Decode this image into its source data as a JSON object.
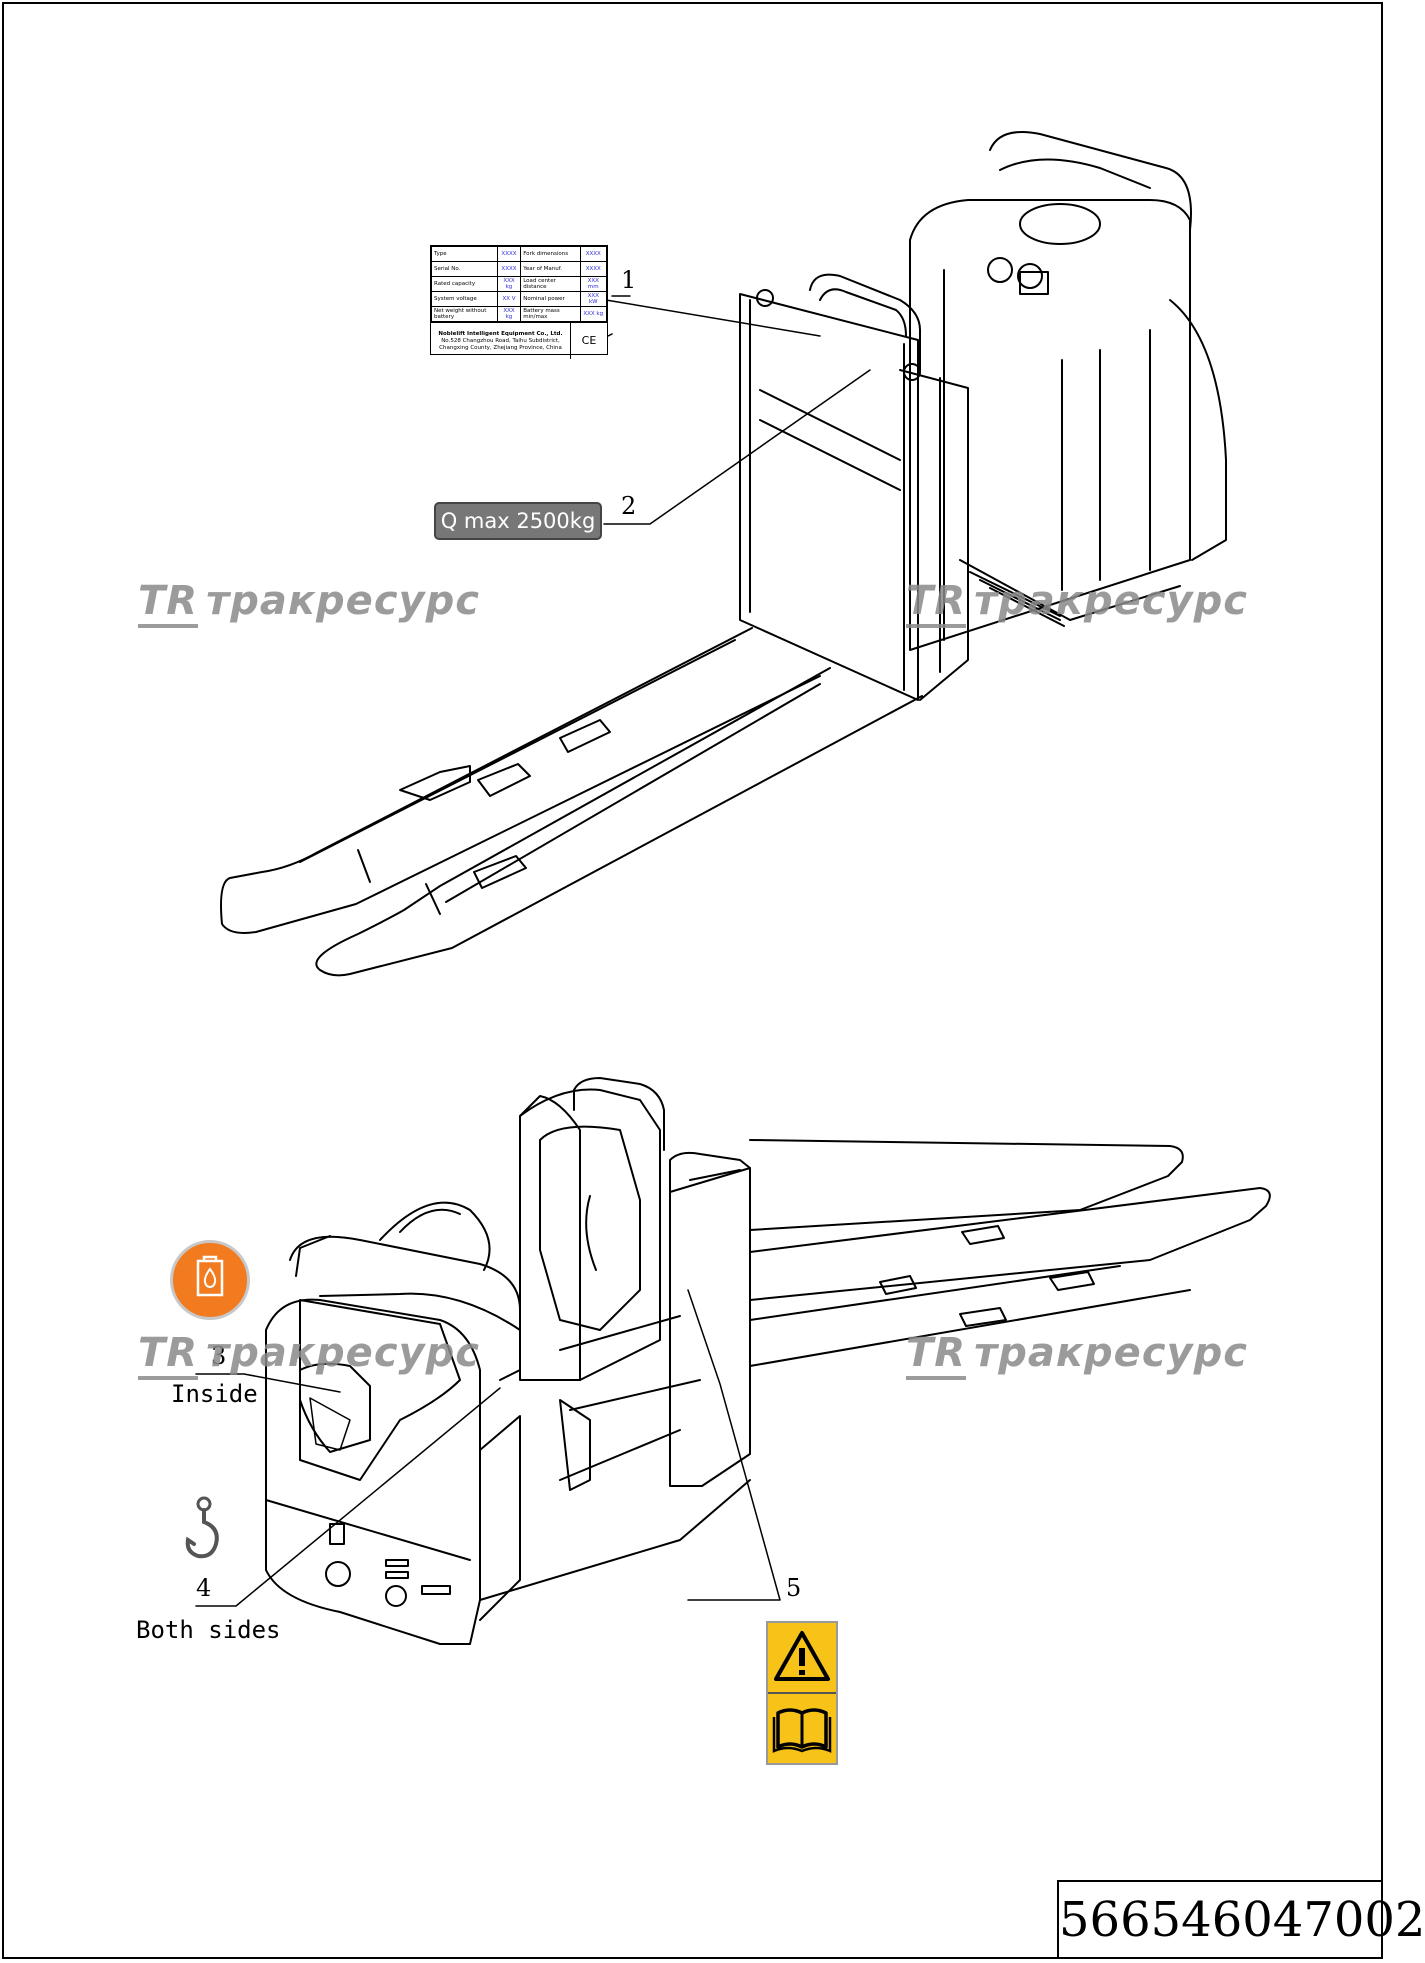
{
  "document_number": "566546047002",
  "watermark_text": "тракресурс",
  "watermark_logo": "TR",
  "callouts": [
    "1",
    "2",
    "3",
    "4",
    "5"
  ],
  "captions": {
    "inside": "Inside",
    "both_sides": "Both sides"
  },
  "capacity_label": "Q max  2500kg",
  "nameplate": {
    "rows": [
      [
        "Type",
        "XXXX",
        "Fork dimensions",
        "XXXX"
      ],
      [
        "Serial No.",
        "XXXX",
        "Year of Manuf.",
        "XXXX"
      ],
      [
        "Rated capacity",
        "XXX kg",
        "Load center distance",
        "XXX mm"
      ],
      [
        "System voltage",
        "XX V",
        "Nominal power",
        "XXX kW"
      ],
      [
        "Net weight without battery",
        "XXX kg",
        "Battery mass min/max",
        "XXX kg"
      ]
    ],
    "manufacturer": [
      "Noblelift Intelligent Equipment Co., Ltd.",
      "No.528 Changzhou Road, Taihu Subdistrict,",
      "Changxing County, Zhejiang Province, China"
    ],
    "mark": "CE"
  },
  "icons": [
    "oil-drop-icon",
    "lifting-hook-icon",
    "warning-triangle-icon",
    "manual-book-icon"
  ],
  "colors": {
    "oil_label": "#f27a1f",
    "warning_label": "#f7c318",
    "capacity_plate": "#777777",
    "nameplate_values": "#2b2bd6"
  }
}
